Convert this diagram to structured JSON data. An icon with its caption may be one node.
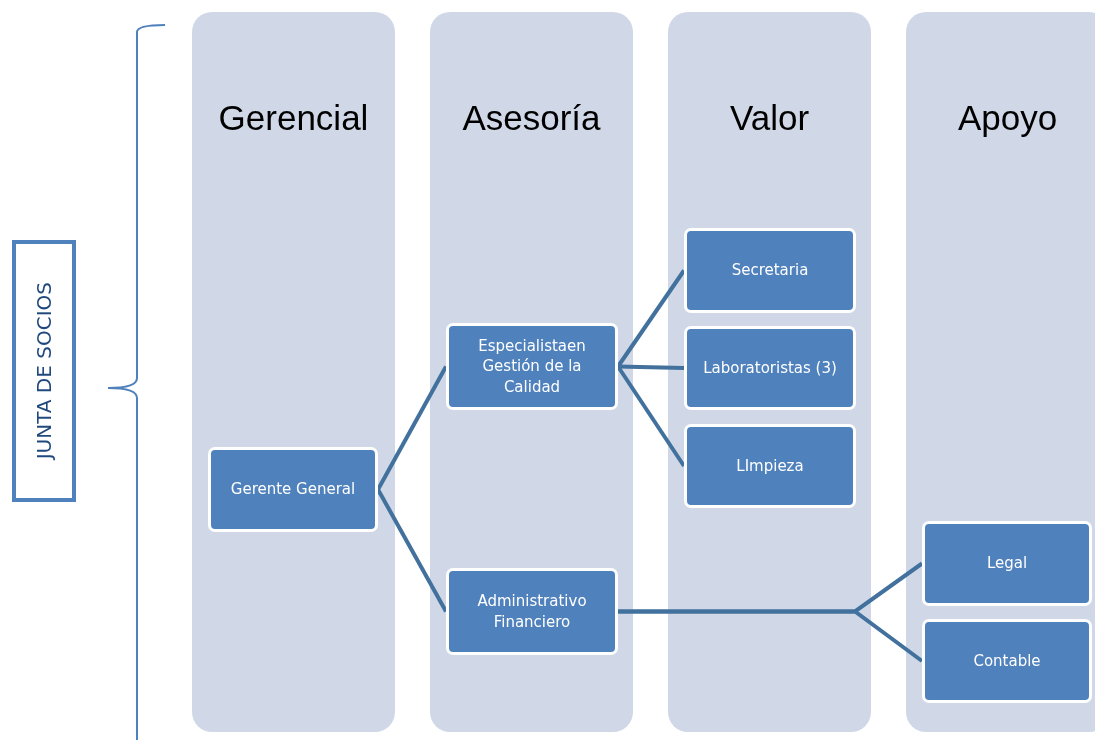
{
  "diagram": {
    "nodes": [
      {
        "text": [
          "JUNTA DE SOCIOS"
        ]
      },
      {
        "text": [
          "Gerencial"
        ]
      },
      {
        "text": [
          "Asesoría"
        ]
      },
      {
        "text": [
          "Valor"
        ]
      },
      {
        "text": [
          "Apoyo"
        ]
      },
      {
        "text": [
          "Gerente General"
        ],
        "in": 1
      },
      {
        "text": [
          "Especialistaen Gestión de la Calidad"
        ],
        "in": 2
      },
      {
        "text": [
          "Administrativo Financiero"
        ],
        "in": 2
      },
      {
        "text": [
          "Secretaria"
        ],
        "in": 3
      },
      {
        "text": [
          "Laboratoristas (3)"
        ],
        "in": 3
      },
      {
        "text": [
          "LImpieza"
        ],
        "in": 3
      },
      {
        "text": [
          "Legal"
        ],
        "in": 4
      },
      {
        "text": [
          "Contable"
        ],
        "in": 4
      }
    ],
    "edges": [
      {
        "from": 5,
        "to": 6,
        "arrow": "none"
      },
      {
        "from": 5,
        "to": 7,
        "arrow": "none"
      },
      {
        "from": 6,
        "to": 8,
        "arrow": "none"
      },
      {
        "from": 6,
        "to": 9,
        "arrow": "none"
      },
      {
        "from": 6,
        "to": 10,
        "arrow": "none"
      },
      {
        "from": 7,
        "to": 11,
        "arrow": "none"
      },
      {
        "from": 7,
        "to": 12,
        "arrow": "none"
      }
    ]
  }
}
